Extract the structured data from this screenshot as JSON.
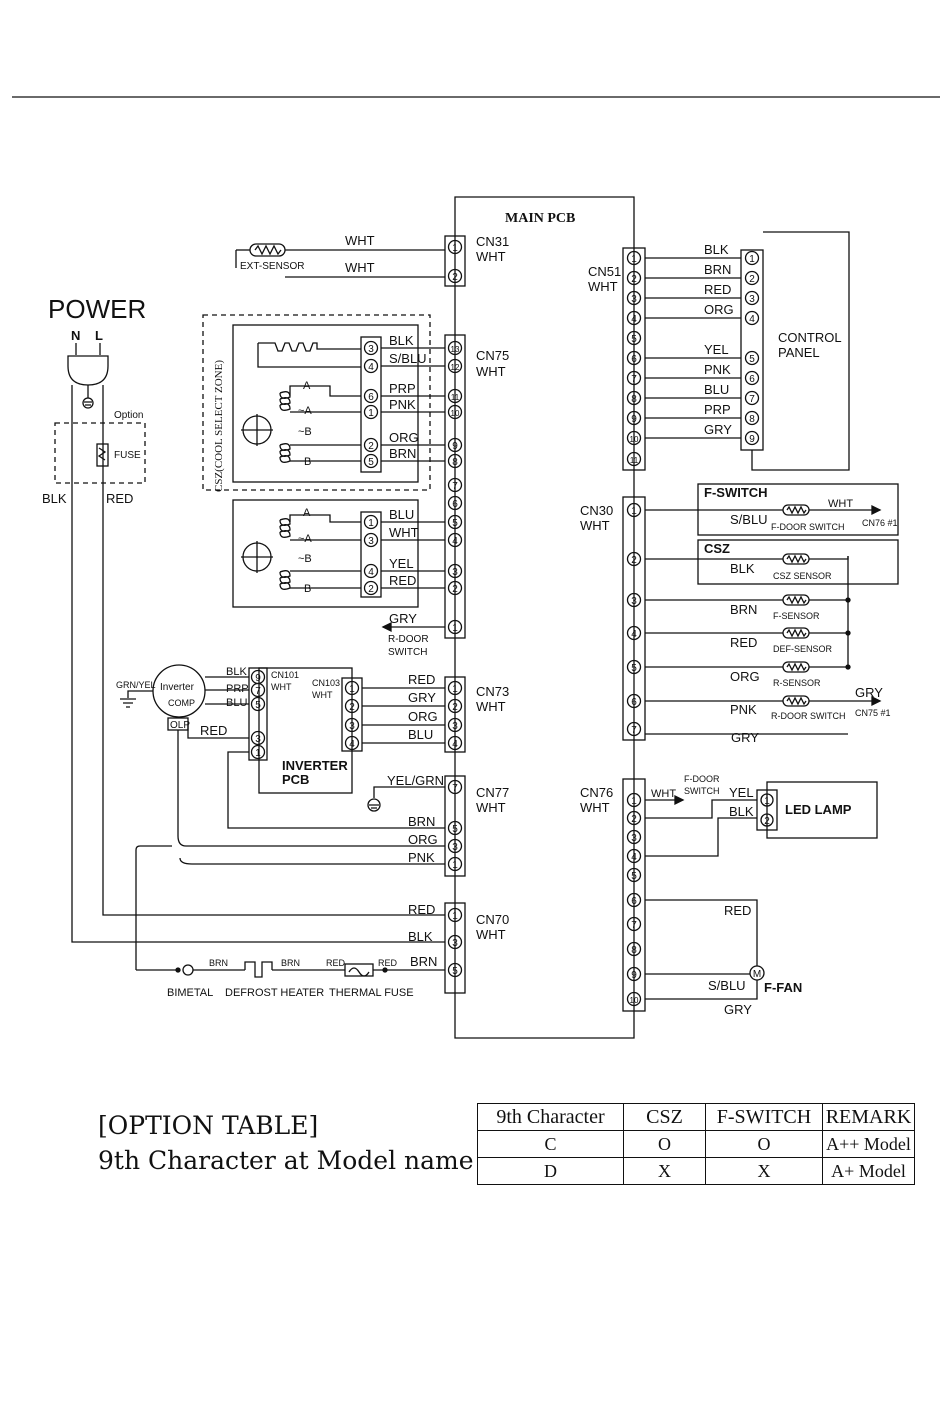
{
  "labels": {
    "main_pcb": "MAIN PCB",
    "power": "POWER",
    "n": "N",
    "l": "L",
    "option": "Option",
    "fuse": "FUSE",
    "blk": "BLK",
    "red": "RED",
    "ext_sensor": "EXT-SENSOR",
    "wht": "WHT",
    "cn31": "CN31",
    "cn51": "CN51",
    "cn75": "CN75",
    "cn30": "CN30",
    "cn73": "CN73",
    "cn77": "CN77",
    "cn76": "CN76",
    "cn70": "CN70",
    "cn101": "CN101",
    "cn103": "CN103",
    "control_panel_1": "CONTROL",
    "control_panel_2": "PANEL",
    "csz_zone": "CSZ(COOL SELECT ZONE)",
    "f_switch": "F-SWITCH",
    "csz": "CSZ",
    "f_door_switch": "F-DOOR SWITCH",
    "cn76_1": "CN76 #1",
    "cn75_1": "CN75 #1",
    "csz_sensor": "CSZ SENSOR",
    "f_sensor": "F-SENSOR",
    "def_sensor": "DEF-SENSOR",
    "r_sensor": "R-SENSOR",
    "r_door_switch": "R-DOOR SWITCH",
    "r_door_1": "R-DOOR",
    "r_door_2": "SWITCH",
    "grn_yel": "GRN/YEL",
    "inverter": "Inverter",
    "comp": "COMP",
    "olp": "OLP",
    "inverter_pcb_1": "INVERTER",
    "inverter_pcb_2": "PCB",
    "yel_grn": "YEL/GRN",
    "f_door_1": "F-DOOR",
    "f_door_2": "SWITCH",
    "led_lamp": "LED LAMP",
    "m": "M",
    "f_fan": "F-FAN",
    "bimetal": "BIMETAL",
    "defrost_heater": "DEFROST HEATER",
    "thermal_fuse": "THERMAL FUSE",
    "a": "A",
    "na": "~A",
    "nb": "~B",
    "b": "B",
    "prp": "PRP",
    "pnk": "PNK",
    "org": "ORG",
    "brn": "BRN",
    "blu": "BLU",
    "yel": "YEL",
    "gry": "GRY",
    "s_blu": "S/BLU"
  },
  "option_table": {
    "title_line1": "[OPTION TABLE]",
    "title_line2": "9th Character at Model name",
    "headers": [
      "9th Character",
      "CSZ",
      "F-SWITCH",
      "REMARK"
    ],
    "rows": [
      [
        "C",
        "O",
        "O",
        "A++ Model"
      ],
      [
        "D",
        "X",
        "X",
        "A+ Model"
      ]
    ]
  }
}
